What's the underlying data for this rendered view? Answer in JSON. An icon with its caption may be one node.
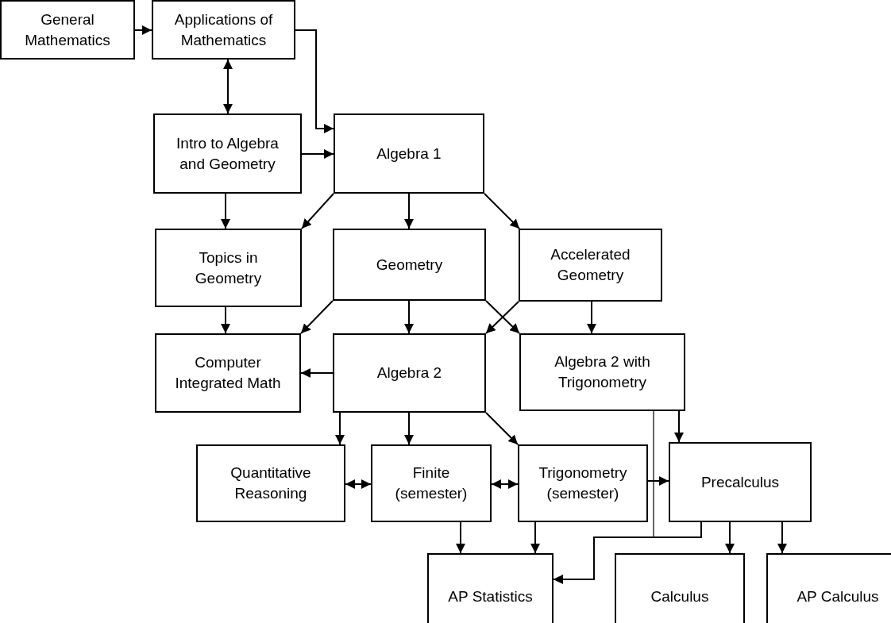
{
  "diagram": {
    "nodes": [
      {
        "text": [
          "General Mathematics"
        ]
      },
      {
        "text": [
          "Applications of Mathematics"
        ]
      },
      {
        "text": [
          "Intro to Algebra and Geometry"
        ]
      },
      {
        "text": [
          "Algebra 1"
        ]
      },
      {
        "text": [
          "Topics in Geometry"
        ]
      },
      {
        "text": [
          "Geometry"
        ]
      },
      {
        "text": [
          "Accelerated Geometry"
        ]
      },
      {
        "text": [
          "Computer Integrated Math"
        ]
      },
      {
        "text": [
          "Algebra 2"
        ]
      },
      {
        "text": [
          "Algebra 2 with Trigonometry"
        ]
      },
      {
        "text": [
          "Quantitative Reasoning"
        ]
      },
      {
        "text": [
          "Finite (semester)"
        ]
      },
      {
        "text": [
          "Trigonometry (semester)"
        ]
      },
      {
        "text": [
          "Precalculus"
        ]
      },
      {
        "text": [
          "AP Statistics"
        ]
      },
      {
        "text": [
          "Calculus"
        ]
      },
      {
        "text": [
          "AP Calculus"
        ]
      }
    ],
    "edges": [
      {
        "from": 0,
        "to": 1,
        "arrow": "to"
      },
      {
        "from": 1,
        "to": 3,
        "arrow": "to"
      },
      {
        "from": 1,
        "to": 2,
        "arrow": "both"
      },
      {
        "from": 2,
        "to": 3,
        "arrow": "to"
      },
      {
        "from": 2,
        "to": 4,
        "arrow": "to"
      },
      {
        "from": 3,
        "to": 4,
        "arrow": "to"
      },
      {
        "from": 3,
        "to": 5,
        "arrow": "to"
      },
      {
        "from": 3,
        "to": 6,
        "arrow": "to"
      },
      {
        "from": 4,
        "to": 7,
        "arrow": "to"
      },
      {
        "from": 5,
        "to": 7,
        "arrow": "to"
      },
      {
        "from": 5,
        "to": 8,
        "arrow": "to"
      },
      {
        "from": 5,
        "to": 9,
        "arrow": "to"
      },
      {
        "from": 6,
        "to": 8,
        "arrow": "to"
      },
      {
        "from": 6,
        "to": 9,
        "arrow": "to"
      },
      {
        "from": 8,
        "to": 7,
        "arrow": "to"
      },
      {
        "from": 8,
        "to": 10,
        "arrow": "to"
      },
      {
        "from": 8,
        "to": 11,
        "arrow": "to"
      },
      {
        "from": 8,
        "to": 12,
        "arrow": "to"
      },
      {
        "from": 9,
        "to": 13,
        "arrow": "to"
      },
      {
        "from": 10,
        "to": 11,
        "arrow": "both"
      },
      {
        "from": 11,
        "to": 12,
        "arrow": "both"
      },
      {
        "from": 12,
        "to": 13,
        "arrow": "to"
      },
      {
        "from": 11,
        "to": 14,
        "arrow": "to"
      },
      {
        "from": 12,
        "to": 14,
        "arrow": "to"
      },
      {
        "from": 9,
        "to": 14,
        "arrow": "to"
      },
      {
        "from": 13,
        "to": 14,
        "arrow": "to"
      },
      {
        "from": 13,
        "to": 15,
        "arrow": "to"
      },
      {
        "from": 13,
        "to": 16,
        "arrow": "to"
      }
    ]
  }
}
